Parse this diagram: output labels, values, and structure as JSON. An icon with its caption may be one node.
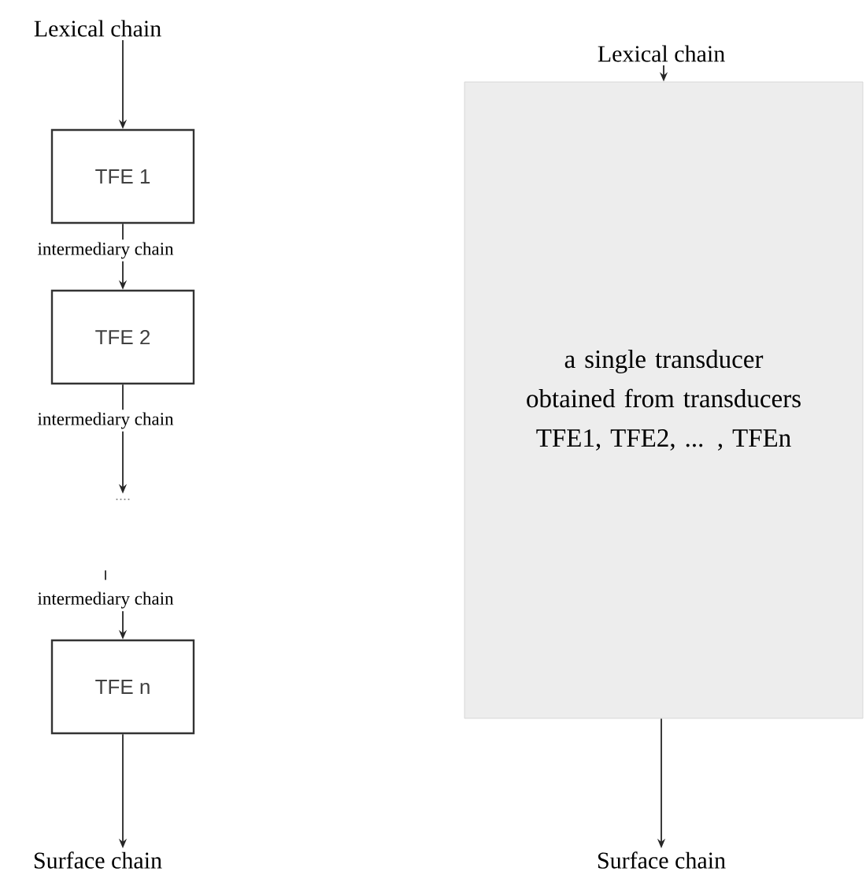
{
  "diagram": {
    "nodes": [
      {
        "text": [
          "Lexical chain"
        ]
      },
      {
        "text": [
          "TFE 1"
        ]
      },
      {
        "text": [
          "intermediary chain"
        ]
      },
      {
        "text": [
          "TFE 2"
        ]
      },
      {
        "text": [
          "intermediary chain"
        ]
      },
      {
        "text": [
          "...."
        ]
      },
      {
        "text": [
          "intermediary chain"
        ]
      },
      {
        "text": [
          "TFE n"
        ]
      },
      {
        "text": [
          "Surface chain"
        ]
      },
      {
        "text": [
          "Lexical chain"
        ]
      },
      {
        "text": [
          "a single transducer obtained from transducers TFE1, TFE2, ... , TFEn"
        ]
      },
      {
        "text": [
          "Surface chain"
        ]
      }
    ],
    "edges": [
      {
        "from": 0,
        "to": 1,
        "arrow": "to"
      },
      {
        "from": 1,
        "to": 2,
        "arrow": "none"
      },
      {
        "from": 2,
        "to": 3,
        "arrow": "to"
      },
      {
        "from": 3,
        "to": 4,
        "arrow": "none"
      },
      {
        "from": 4,
        "to": 5,
        "arrow": "to"
      },
      {
        "from": 6,
        "to": 7,
        "arrow": "to"
      },
      {
        "from": 7,
        "to": 8,
        "arrow": "to"
      },
      {
        "from": 9,
        "to": 10,
        "arrow": "to"
      },
      {
        "from": 10,
        "to": 11,
        "arrow": "to"
      }
    ]
  }
}
